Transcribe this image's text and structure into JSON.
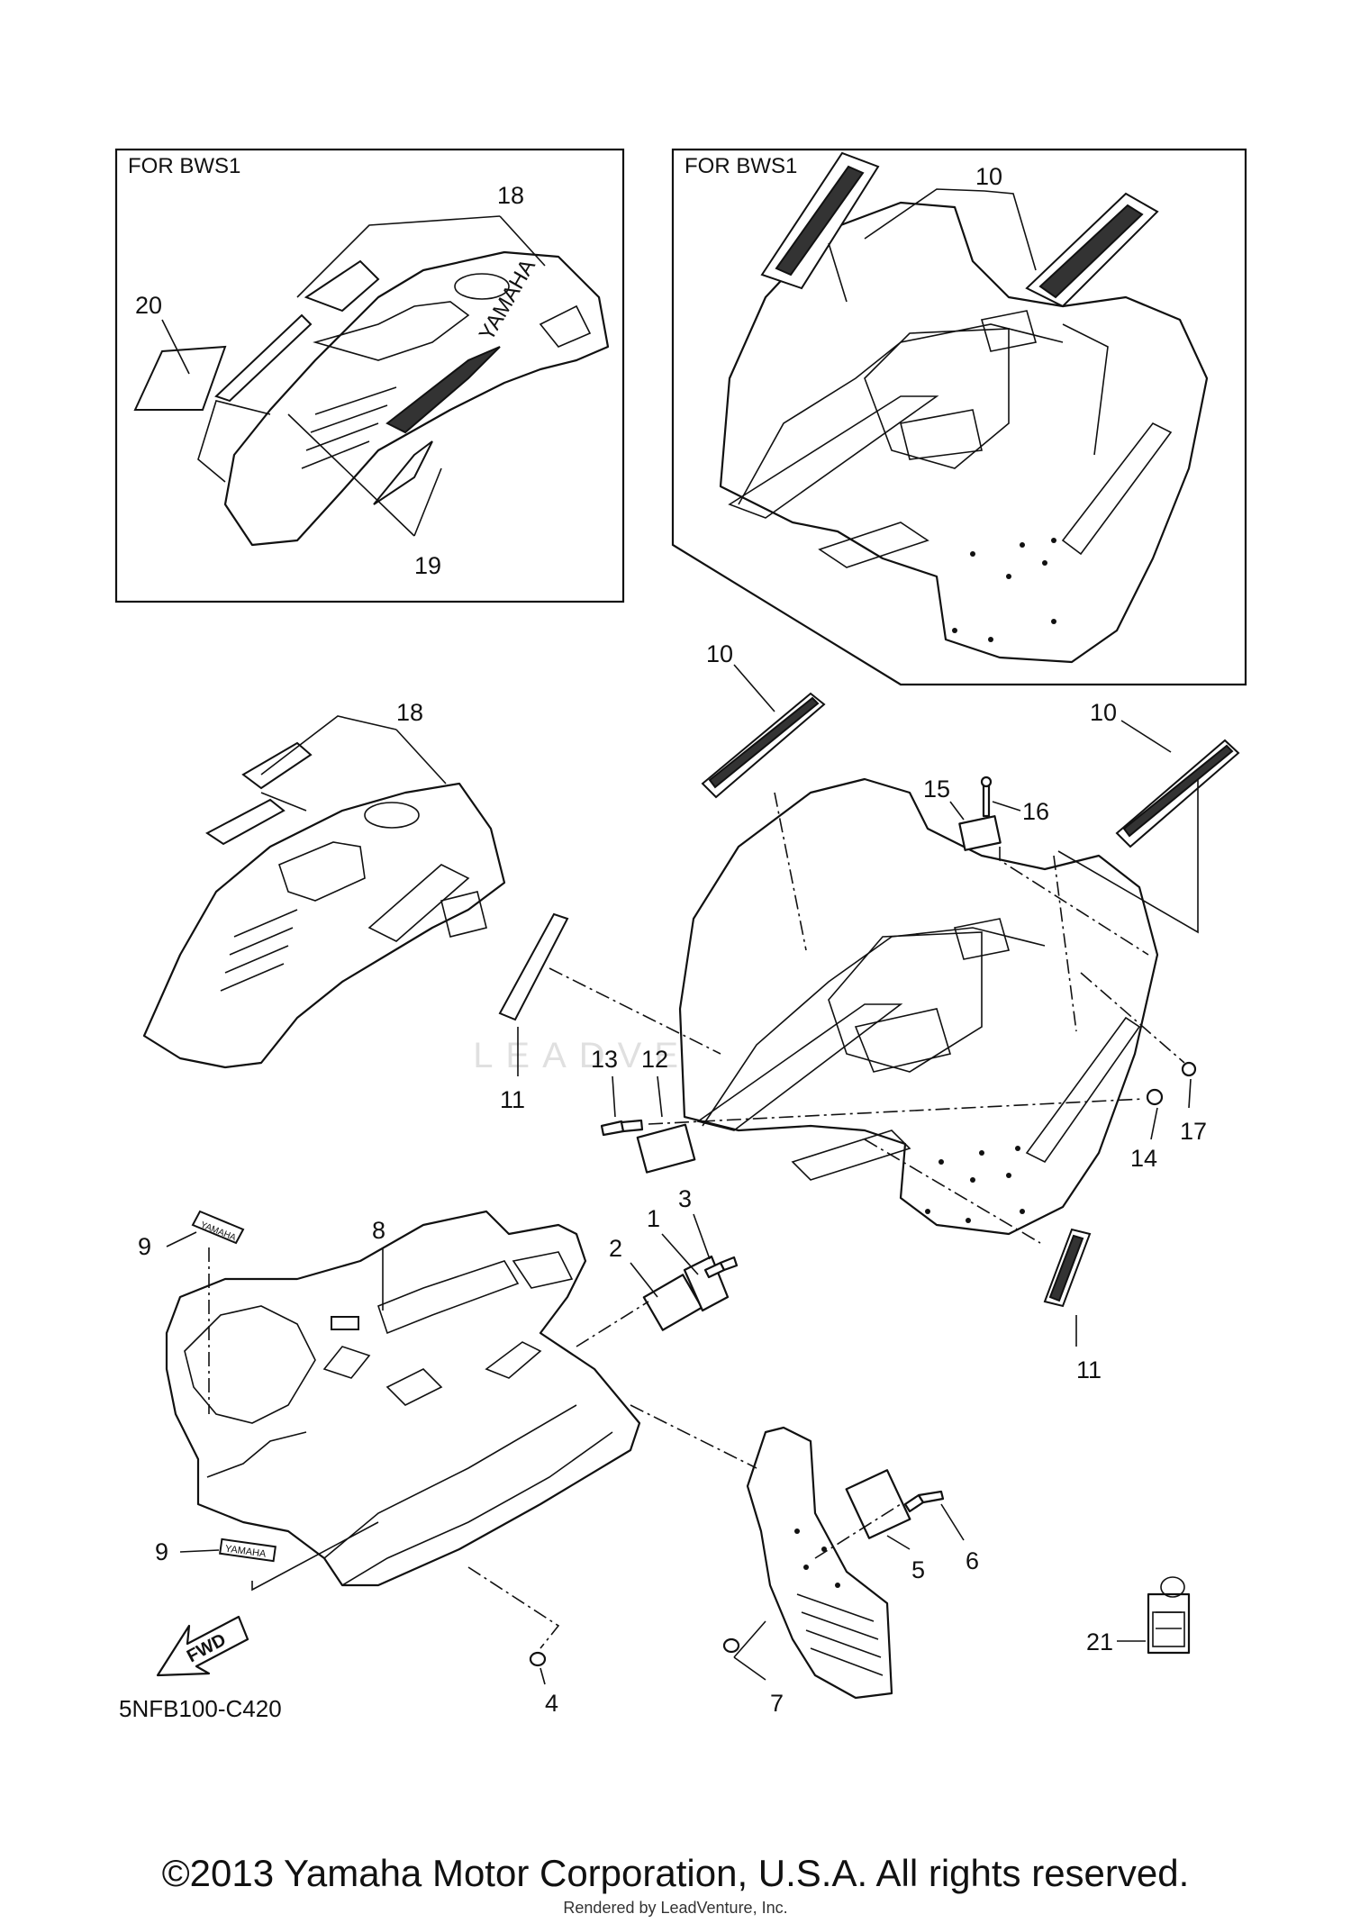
{
  "boxes": {
    "left_label": "FOR BWS1",
    "right_label": "FOR BWS1"
  },
  "callouts": {
    "n1": "1",
    "n2": "2",
    "n3": "3",
    "n4": "4",
    "n5": "5",
    "n6": "6",
    "n7": "7",
    "n8": "8",
    "n9a": "9",
    "n9b": "9",
    "n10box": "10",
    "n10a": "10",
    "n10b": "10",
    "n11a": "11",
    "n11b": "11",
    "n12": "12",
    "n13": "13",
    "n14": "14",
    "n15": "15",
    "n16": "16",
    "n17": "17",
    "n18box": "18",
    "n18": "18",
    "n19": "19",
    "n20": "20",
    "n21": "21"
  },
  "fwd_label": "FWD",
  "decal_text": "YAMAHA",
  "drawing_code": "5NFB100-C420",
  "watermark": "LEADVENTURE",
  "footer": {
    "copyright": "©2013 Yamaha Motor Corporation, U.S.A. All rights reserved.",
    "rendered_by": "Rendered by LeadVenture, Inc."
  }
}
